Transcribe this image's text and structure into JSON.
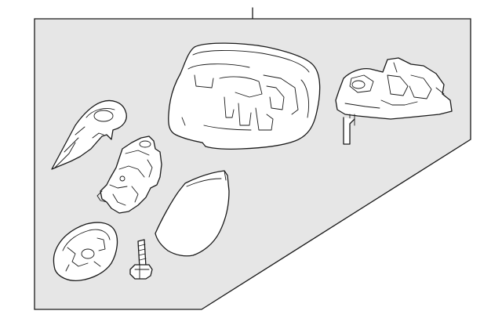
{
  "diagram": {
    "kind": "exploded parts view",
    "background_color": "#ffffff",
    "panel_color": "#e6e6e6",
    "line_color": "#1a1a1a",
    "parts": [
      "leader-line",
      "mirror-housing",
      "mount-bracket-with-harness",
      "triangle-trim-cover",
      "power-actuator-motor",
      "lower-skull-cap-cover",
      "mirror-glass-holder",
      "mounting-bolt"
    ]
  }
}
